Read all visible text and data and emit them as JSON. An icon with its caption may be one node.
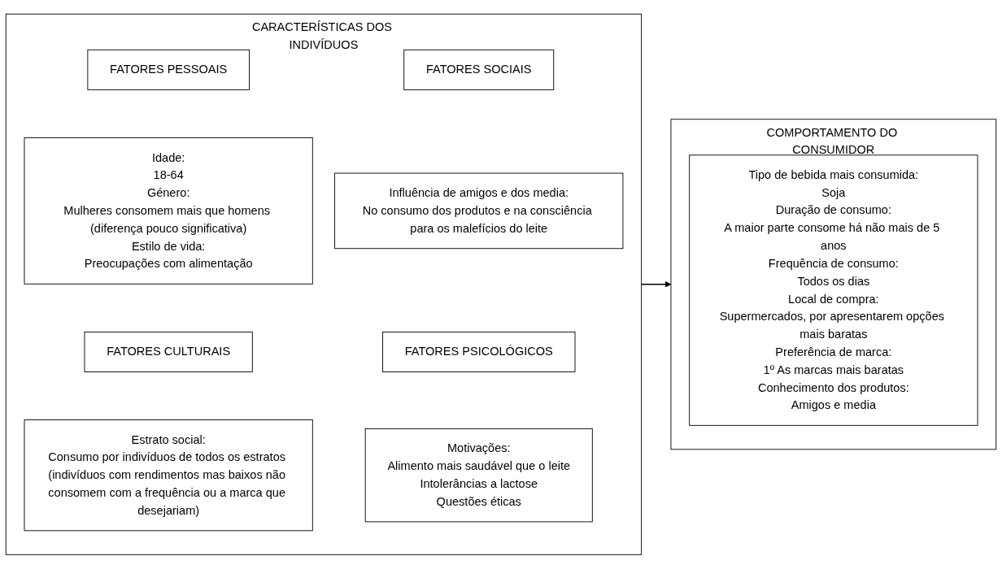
{
  "diagram": {
    "nodes": [
      {
        "text": [
          "CARACTERÍSTICAS DOS INDIVÍDUOS"
        ]
      },
      {
        "text": [
          "FATORES PESSOAIS"
        ],
        "in": 0
      },
      {
        "text": [
          "FATORES SOCIAIS"
        ],
        "in": 0
      },
      {
        "text": [
          "Idade:",
          "18-64",
          "Género:",
          "Mulheres consomem mais que homens (diferença pouco significativa)",
          "Estilo de vida:",
          "Preocupações com alimentação"
        ],
        "in": 0
      },
      {
        "text": [
          "Influência de amigos e dos media:",
          "No consumo dos produtos e na consciência para os malefícios do leite"
        ],
        "in": 0
      },
      {
        "text": [
          "FATORES CULTURAIS"
        ],
        "in": 0
      },
      {
        "text": [
          "FATORES PSICOLÓGICOS"
        ],
        "in": 0
      },
      {
        "text": [
          "Estrato social:",
          "Consumo por indivíduos de todos os estratos (indivíduos com rendimentos mas baixos não consomem com a frequência ou a marca que desejariam)"
        ],
        "in": 0
      },
      {
        "text": [
          "Motivações:",
          "Alimento mais saudável que o leite",
          "Intolerâncias a lactose",
          "Questões éticas"
        ],
        "in": 0
      },
      {
        "text": [
          "COMPORTAMENTO DO CONSUMIDOR"
        ]
      },
      {
        "text": [
          "Tipo de bebida mais consumida:",
          "Soja",
          "Duração de consumo:",
          "A maior parte consome há não mais de 5 anos",
          "Frequência de consumo:",
          "Todos os dias",
          "Local de compra:",
          "Supermercados, por apresentarem opções mais baratas",
          "Preferência de marca:",
          "1º As marcas mais baratas",
          "Conhecimento dos produtos:",
          "Amigos e media"
        ],
        "in": 9
      }
    ],
    "edges": [
      {
        "from": 0,
        "to": 9,
        "arrow": "to"
      }
    ]
  }
}
